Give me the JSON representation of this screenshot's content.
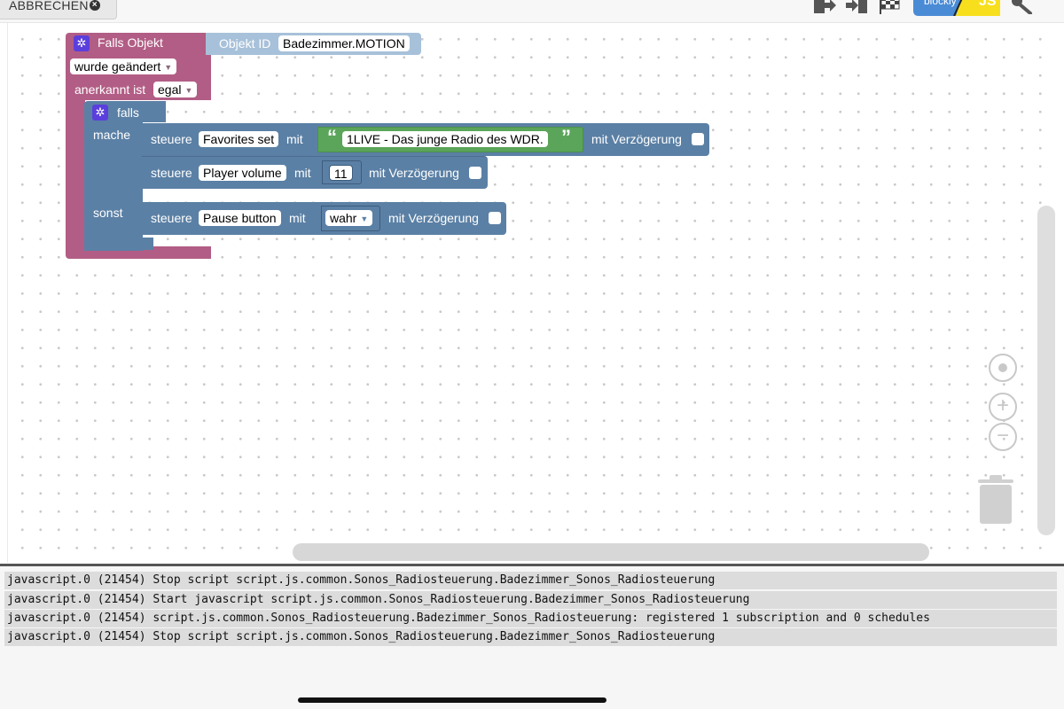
{
  "toolbar": {
    "abort_label": "ABBRECHEN",
    "icons": [
      "export-icon",
      "import-icon",
      "checkered-flag-icon",
      "blockly-js-toggle",
      "wrench-icon"
    ],
    "blockly_label": "blockly",
    "js_label": "JS"
  },
  "trigger_block": {
    "title": "Falls Objekt",
    "object_id_label": "Objekt ID",
    "object_id_value": "Badezimmer.MOTION",
    "condition_value": "wurde geändert",
    "ack_label": "anerkannt ist",
    "ack_value": "egal"
  },
  "if_block": {
    "if_label": "falls",
    "do_label": "mache",
    "else_label": "sonst"
  },
  "control_blocks": [
    {
      "label": "steuere",
      "target": "Favorites set",
      "with_label": "mit",
      "value": "1LIVE - Das junge Radio des WDR.",
      "delay_label": "mit Verzögerung"
    },
    {
      "label": "steuere",
      "target": "Player volume",
      "with_label": "mit",
      "value": "11",
      "delay_label": "mit Verzögerung"
    },
    {
      "label": "steuere",
      "target": "Pause button",
      "with_label": "mit",
      "value": "wahr",
      "delay_label": "mit Verzögerung"
    }
  ],
  "quote_open": "“",
  "quote_close": "”",
  "console": {
    "lines": [
      "javascript.0 (21454) Stop script script.js.common.Sonos_Radiosteuerung.Badezimmer_Sonos_Radiosteuerung",
      "javascript.0 (21454) Start javascript script.js.common.Sonos_Radiosteuerung.Badezimmer_Sonos_Radiosteuerung",
      "javascript.0 (21454) script.js.common.Sonos_Radiosteuerung.Badezimmer_Sonos_Radiosteuerung: registered 1 subscription and 0 schedules",
      "javascript.0 (21454) Stop script script.js.common.Sonos_Radiosteuerung.Badezimmer_Sonos_Radiosteuerung"
    ]
  },
  "colors": {
    "trigger_block": "#b25d85",
    "logic_block": "#5b80a5",
    "text_block": "#5ba55b",
    "gear": "#5b3fdd",
    "js_badge": "#f7df1e"
  }
}
